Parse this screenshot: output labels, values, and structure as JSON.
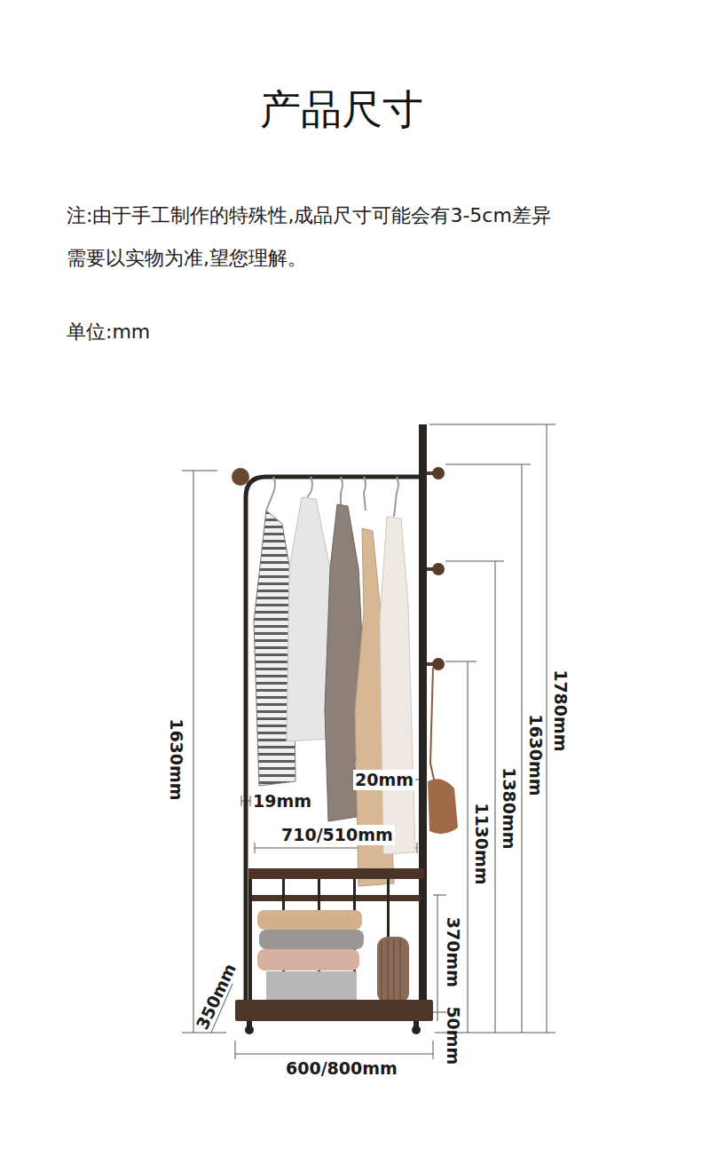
{
  "diagram": {
    "title": "产品尺寸",
    "labels": [
      "注:由于手工制作的特殊性,成品尺寸可能会有3-5cm差异",
      "需要以实物为准,望您理解。",
      "单位:mm",
      "1630mm",
      "19mm",
      "20mm",
      "710/510mm",
      "1780mm",
      "1630mm",
      "1380mm",
      "1130mm",
      "370mm",
      "50mm",
      "350mm",
      "600/800mm"
    ]
  }
}
